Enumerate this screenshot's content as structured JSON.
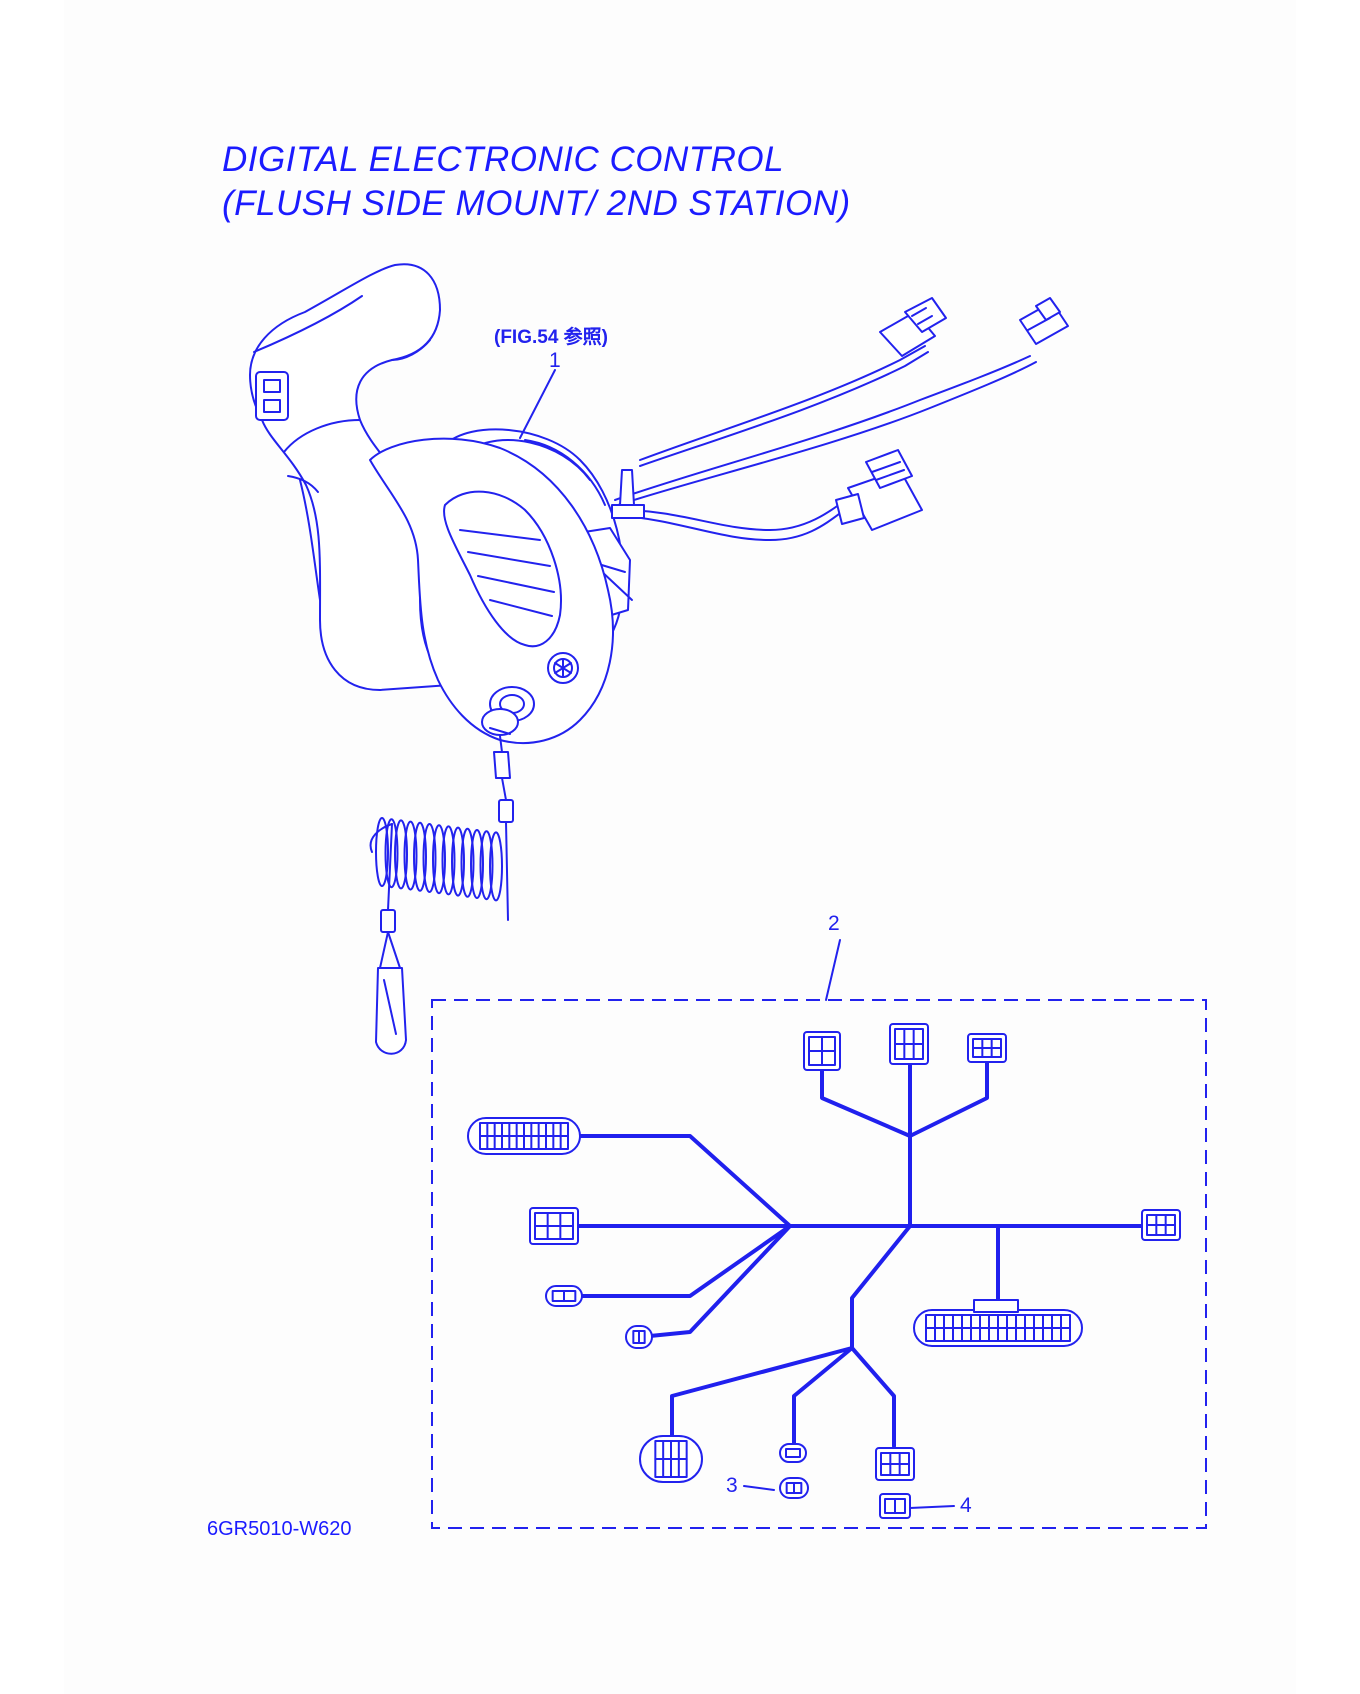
{
  "diagram": {
    "title_line1": "DIGITAL ELECTRONIC CONTROL",
    "title_line2": "(FLUSH SIDE MOUNT/ 2ND STATION)",
    "figure_reference": "(FIG.54 参照)",
    "drawing_code": "6GR5010-W620",
    "callouts": {
      "control_unit": "1",
      "wire_harness": "2",
      "part_3": "3",
      "part_4": "4"
    },
    "colors": {
      "line": "#2222ee",
      "text": "#1b1bff"
    },
    "icons": [
      "yamaha-emblem-icon",
      "coiled-lanyard-icon",
      "connector-icon"
    ]
  }
}
